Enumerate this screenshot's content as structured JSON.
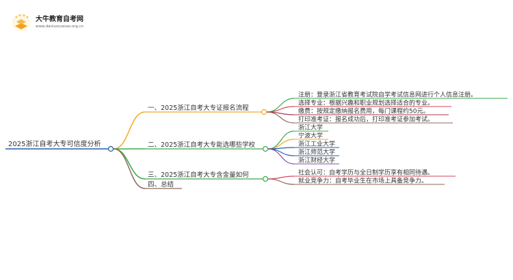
{
  "logo": {
    "name": "大牛教育自考网",
    "url": "www.daniuzuoxiao.org.cn",
    "colors": {
      "book": "#f0a020",
      "stars": "#e8c24a"
    }
  },
  "mindmap": {
    "root": {
      "label": "2025浙江自考大专可信度分析",
      "color": "#1f5fa8"
    },
    "branches": [
      {
        "label": "一、2025浙江自考大专证报名流程",
        "color": "#f5a623",
        "children": [
          {
            "label": "注册：登录浙江省教育考试院自学考试信息网进行个人信息注册。",
            "color": "#3aa84a"
          },
          {
            "label": "选择专业：根据兴趣和职业规划选择适合的专业。",
            "color": "#d2455a"
          },
          {
            "label": "缴费：按规定缴纳报名费用，每门课程约50元。",
            "color": "#a23b4f"
          },
          {
            "label": "打印准考证：报名成功后，打印准考证参加考试。",
            "color": "#8b6a5a"
          }
        ]
      },
      {
        "label": "二、2025浙江自考大专能选哪些学校",
        "color": "#3aa84a",
        "children": [
          {
            "label": "浙江大学",
            "color": "#3aa84a"
          },
          {
            "label": "宁波大学",
            "color": "#f5a623"
          },
          {
            "label": "浙江工业大学",
            "color": "#1f5fa8"
          },
          {
            "label": "浙江师范大学",
            "color": "#1f5fa8"
          },
          {
            "label": "浙江财经大学",
            "color": "#8e44ad"
          }
        ]
      },
      {
        "label": "三、2025浙江自考大专含金量如何",
        "color": "#3aa84a",
        "children": [
          {
            "label": "社会认可：自考学历与全日制学历享有相同待遇。",
            "color": "#d2455a"
          },
          {
            "label": "就业竞争力：自考毕业生在市场上具备竞争力。",
            "color": "#8b6a5a"
          }
        ]
      },
      {
        "label": "四、总结",
        "color": "#8b6a5a",
        "children": []
      }
    ]
  }
}
